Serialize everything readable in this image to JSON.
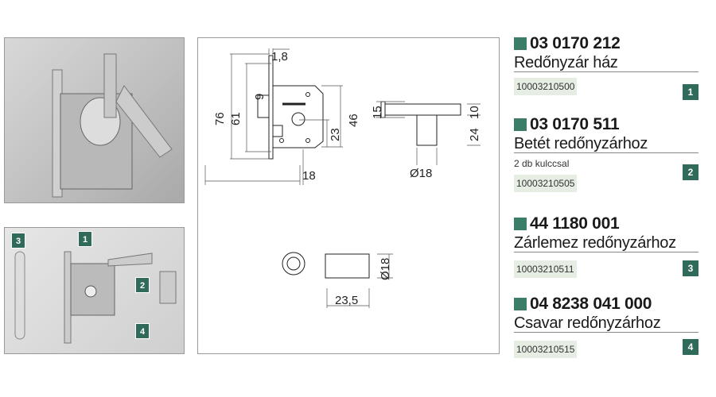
{
  "photos": {
    "labels": [
      "3",
      "1",
      "2",
      "4"
    ]
  },
  "drawing": {
    "dims": [
      "1,8",
      "76",
      "61",
      "9",
      "46",
      "23",
      "18",
      "15",
      "10",
      "24",
      "Ø18",
      "23,5",
      "Ø18"
    ]
  },
  "items": [
    {
      "number": "03 0170 212",
      "name": "Redőnyzár ház",
      "code": "10003210500",
      "badge": "1"
    },
    {
      "number": "03 0170 511",
      "name": "Betét redőnyzárhoz",
      "subtitle": "2 db kulccsal",
      "code": "10003210505",
      "badge": "2"
    },
    {
      "number": "44 1180 001",
      "name": "Zárlemez redőnyzárhoz",
      "code": "10003210511",
      "badge": "3"
    },
    {
      "number": "04 8238 041 000",
      "name": "Csavar redőnyzárhoz",
      "code": "10003210515",
      "badge": "4"
    }
  ]
}
